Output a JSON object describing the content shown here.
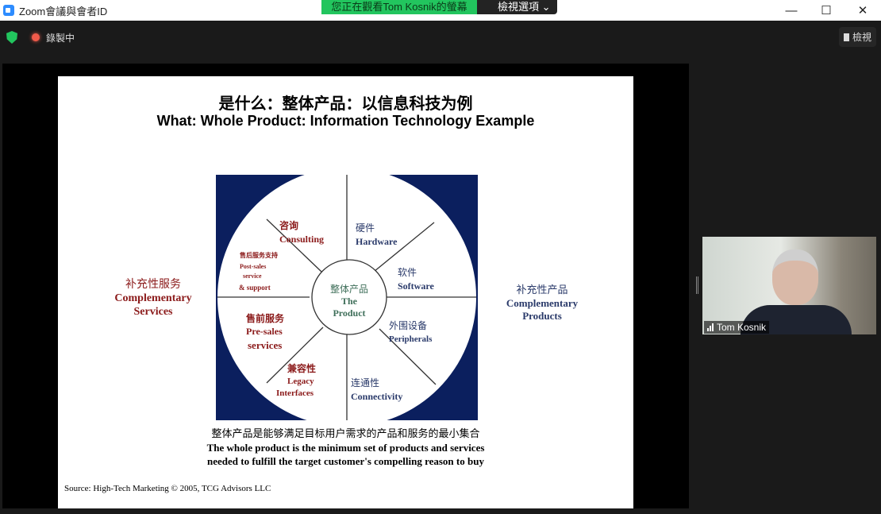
{
  "window": {
    "title": "Zoom會議與會者ID",
    "viewing_banner": "您正在觀看Tom  Kosnik的螢幕",
    "view_options": "檢視選項 ⌄",
    "minimize": "—",
    "maximize": "☐",
    "close": "✕"
  },
  "toolbar": {
    "recording": "錄製中",
    "view": "檢視"
  },
  "slide": {
    "title_cn": "是什么：整体产品：以信息科技为例",
    "title_en": "What: Whole Product: Information Technology Example",
    "left_cn": "补充性服务",
    "left_en1": "Complementary",
    "left_en2": "Services",
    "right_cn": "补充性产品",
    "right_en1": "Complementary",
    "right_en2": "Products",
    "center": {
      "cn": "整体产品",
      "en1": "The",
      "en2": "Product"
    },
    "segments": {
      "consulting": {
        "cn": "咨询",
        "en": "Consulting"
      },
      "hardware": {
        "cn": "硬件",
        "en": "Hardware"
      },
      "software": {
        "cn": "软件",
        "en": "Software"
      },
      "peripherals": {
        "cn": "外围设备",
        "en": "Peripherals"
      },
      "connectivity": {
        "cn": "连通性",
        "en": "Connectivity"
      },
      "legacy": {
        "cn": "兼容性",
        "en1": "Legacy",
        "en2": "Interfaces"
      },
      "presales": {
        "cn": "售前服务",
        "en1": "Pre-sales",
        "en2": "services"
      },
      "postsales": {
        "cn": "售后服务支持",
        "en1": "Post-sales",
        "en2": "service",
        "en3": "& support"
      }
    },
    "caption_cn": "整体产品是能够满足目标用户需求的产品和服务的最小集合",
    "caption_en1": "The whole product is the minimum set of products and services",
    "caption_en2": "needed to fulfill the target customer's compelling reason to buy",
    "source": "Source: High-Tech Marketing © 2005, TCG Advisors LLC"
  },
  "participant": {
    "name": "Tom Kosnik"
  },
  "colors": {
    "navy": "#0b1f5e",
    "red": "#8b1a1a",
    "blue": "#2a3a6a",
    "green": "#3f6f5a"
  }
}
